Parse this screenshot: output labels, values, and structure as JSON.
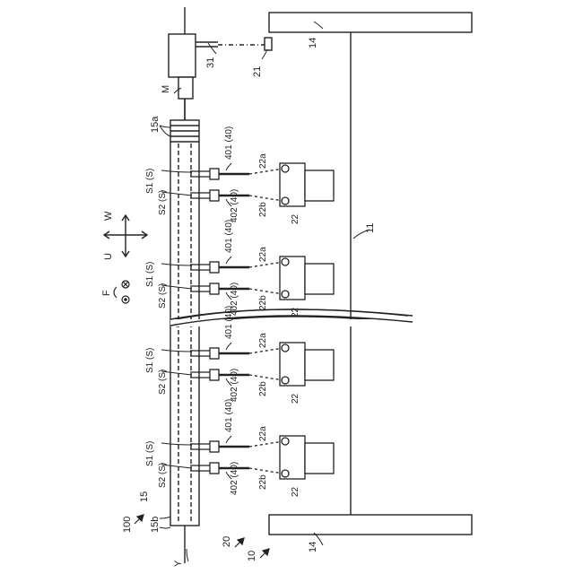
{
  "labels": {
    "sensor_tag": "21",
    "rod_tag": "31",
    "motor_tag": "M",
    "frame_top_tag": "14",
    "frame_bottom_tag": "14",
    "table_tag": "11",
    "rail_top_tag": "15a",
    "rail_bottom_tag": "15b",
    "rail_tag": "15",
    "assembly_tag": "100",
    "unit_tag": "20",
    "machine_tag": "10",
    "axis_tag": "Y",
    "dir_w": "W",
    "dir_u": "U",
    "dir_f": "F"
  },
  "groups": [
    {
      "s1": "S1 (S)",
      "s2": "S2 (S)",
      "p401": "401 (40)",
      "p402": "402 (40)",
      "a": "22a",
      "b": "22b",
      "block": "22"
    },
    {
      "s1": "S1 (S)",
      "s2": "S2 (S)",
      "p401": "401 (40)",
      "p402": "402 (40)",
      "a": "22a",
      "b": "22b",
      "block": "22"
    },
    {
      "s1": "S1 (S)",
      "s2": "S2 (S)",
      "p401": "401 (40)",
      "p402": "402 (40)",
      "a": "22a",
      "b": "22b",
      "block": "22"
    },
    {
      "s1": "S1 (S)",
      "s2": "S2 (S)",
      "p401": "401 (40)",
      "p402": "402 (40)",
      "a": "22a",
      "b": "22b",
      "block": "22"
    }
  ]
}
